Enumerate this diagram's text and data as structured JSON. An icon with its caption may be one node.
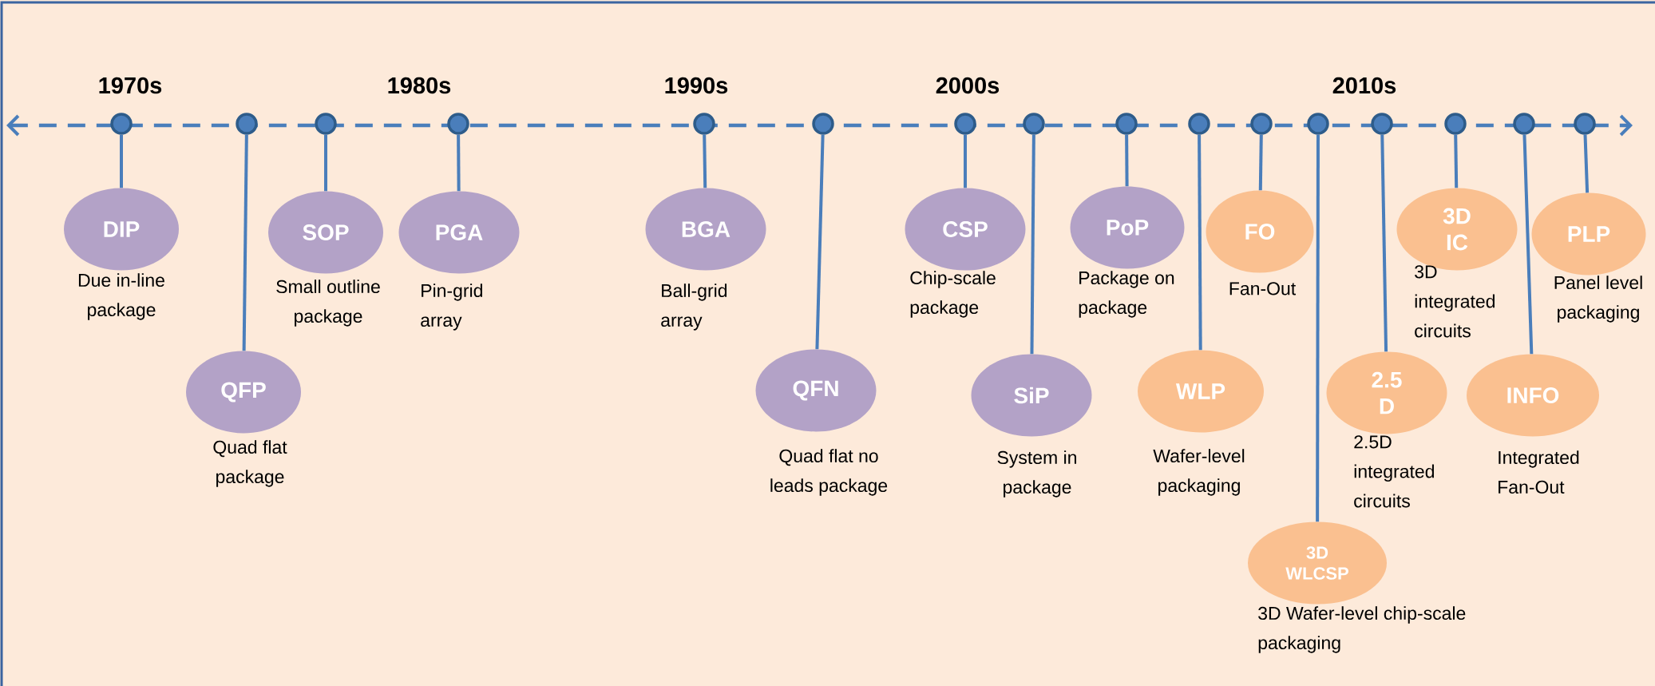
{
  "diagram": {
    "nodes": [
      {
        "text": [
          "DIP"
        ],
        "beside": [
          "Due in-line package"
        ]
      },
      {
        "text": [
          "QFP"
        ],
        "beside": [
          "Quad flat package"
        ]
      },
      {
        "text": [
          "SOP"
        ],
        "beside": [
          "Small outline package"
        ]
      },
      {
        "text": [
          "PGA"
        ],
        "beside": [
          "Pin-grid array"
        ]
      },
      {
        "text": [
          "BGA"
        ],
        "beside": [
          "Ball-grid array"
        ]
      },
      {
        "text": [
          "QFN"
        ],
        "beside": [
          "Quad flat no leads package"
        ]
      },
      {
        "text": [
          "CSP"
        ],
        "beside": [
          "Chip-scale package"
        ]
      },
      {
        "text": [
          "SiP"
        ],
        "beside": [
          "System in package"
        ]
      },
      {
        "text": [
          "PoP"
        ],
        "beside": [
          "Package on package"
        ]
      },
      {
        "text": [
          "WLP"
        ],
        "beside": [
          "Wafer-level packaging"
        ]
      },
      {
        "text": [
          "FO"
        ],
        "beside": [
          "Fan-Out"
        ]
      },
      {
        "text": [
          "3D WLCSP"
        ],
        "beside": [
          "3D Wafer-level chip-scale packaging"
        ]
      },
      {
        "text": [
          "2.5 D"
        ],
        "beside": [
          "2.5D integrated circuits"
        ]
      },
      {
        "text": [
          "3D IC"
        ],
        "beside": [
          "3D integrated circuits"
        ]
      },
      {
        "text": [
          "INFO"
        ],
        "beside": [
          "Integrated Fan-Out"
        ]
      },
      {
        "text": [
          "PLP"
        ],
        "beside": [
          "Panel level packaging"
        ]
      },
      {
        "text": [],
        "shape": "circle"
      },
      {
        "text": [],
        "shape": "circle"
      },
      {
        "text": [],
        "shape": "circle"
      },
      {
        "text": [],
        "shape": "circle"
      },
      {
        "text": [],
        "shape": "circle"
      },
      {
        "text": [],
        "shape": "circle"
      },
      {
        "text": [],
        "shape": "circle"
      },
      {
        "text": [],
        "shape": "circle"
      },
      {
        "text": [],
        "shape": "circle"
      },
      {
        "text": [],
        "shape": "circle"
      },
      {
        "text": [],
        "shape": "circle"
      },
      {
        "text": [],
        "shape": "circle"
      },
      {
        "text": [],
        "shape": "circle"
      },
      {
        "text": [],
        "shape": "circle"
      },
      {
        "text": [],
        "shape": "circle"
      },
      {
        "text": [],
        "shape": "circle"
      }
    ],
    "edges": [
      {
        "from": 16,
        "to": 0,
        "arrow": "none"
      },
      {
        "from": 17,
        "to": 1,
        "arrow": "none"
      },
      {
        "from": 18,
        "to": 2,
        "arrow": "none"
      },
      {
        "from": 19,
        "to": 3,
        "arrow": "none"
      },
      {
        "from": 20,
        "to": 4,
        "arrow": "none"
      },
      {
        "from": 21,
        "to": 5,
        "arrow": "none"
      },
      {
        "from": 22,
        "to": 6,
        "arrow": "none"
      },
      {
        "from": 23,
        "to": 7,
        "arrow": "none"
      },
      {
        "from": 24,
        "to": 8,
        "arrow": "none"
      },
      {
        "from": 25,
        "to": 9,
        "arrow": "none"
      },
      {
        "from": 26,
        "to": 10,
        "arrow": "none"
      },
      {
        "from": 27,
        "to": 11,
        "arrow": "none"
      },
      {
        "from": 28,
        "to": 12,
        "arrow": "none"
      },
      {
        "from": 29,
        "to": 13,
        "arrow": "none"
      },
      {
        "from": 30,
        "to": 14,
        "arrow": "none"
      },
      {
        "from": 31,
        "to": 15,
        "arrow": "none"
      }
    ],
    "labels": [
      "1970s",
      "1980s",
      "1990s",
      "2000s",
      "2010s"
    ]
  }
}
